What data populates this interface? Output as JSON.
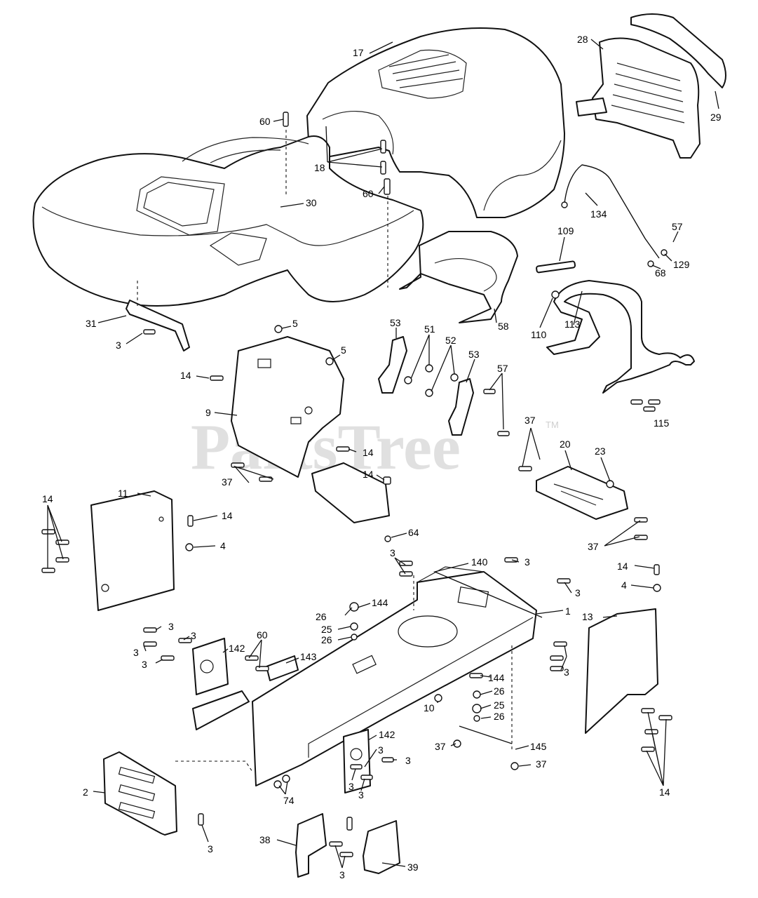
{
  "watermark": {
    "text": "PartsTree",
    "mark": "TM"
  },
  "part_numbers": [
    "1",
    "2",
    "3",
    "4",
    "5",
    "9",
    "10",
    "11",
    "13",
    "14",
    "17",
    "18",
    "20",
    "23",
    "25",
    "26",
    "28",
    "29",
    "30",
    "31",
    "37",
    "38",
    "39",
    "51",
    "52",
    "53",
    "57",
    "58",
    "60",
    "64",
    "68",
    "74",
    "109",
    "110",
    "113",
    "115",
    "129",
    "134",
    "140",
    "142",
    "143",
    "144",
    "145"
  ]
}
